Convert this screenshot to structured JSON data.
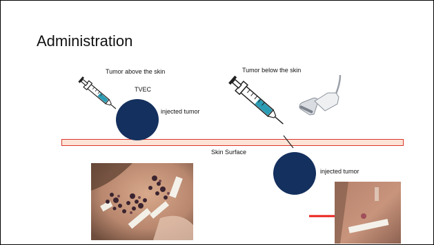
{
  "slide": {
    "title": "Administration"
  },
  "diagram": {
    "left_scenario_label": "Tumor above the skin",
    "right_scenario_label": "Tumor below the skin",
    "drug_label": "TVEC",
    "left_tumor_label": "injected tumor",
    "right_tumor_label": "injected tumor",
    "skin_label": "Skin Surface"
  },
  "colors": {
    "tumor": "#14305e",
    "skin_fill": "#fde3d6",
    "skin_border": "#d9342b",
    "arrow": "#e8201a"
  },
  "icons": [
    "syringe-icon",
    "ultrasound-probe-icon",
    "arrow-right-icon"
  ]
}
